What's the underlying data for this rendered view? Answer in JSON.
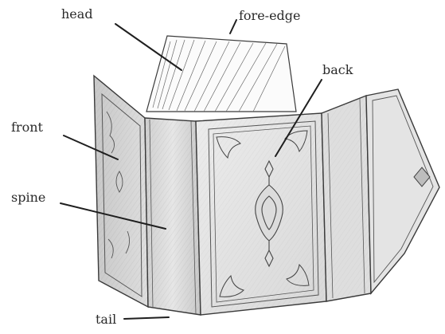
{
  "figure": {
    "labels": {
      "head": "head",
      "fore_edge": "fore-edge",
      "back": "back",
      "front": "front",
      "spine": "spine",
      "tail": "tail"
    },
    "colors": {
      "background": "#ffffff",
      "pencil_line": "#3a3a3a",
      "board_shade": "#d6d6d6",
      "label_text": "#2a2a2a"
    }
  }
}
